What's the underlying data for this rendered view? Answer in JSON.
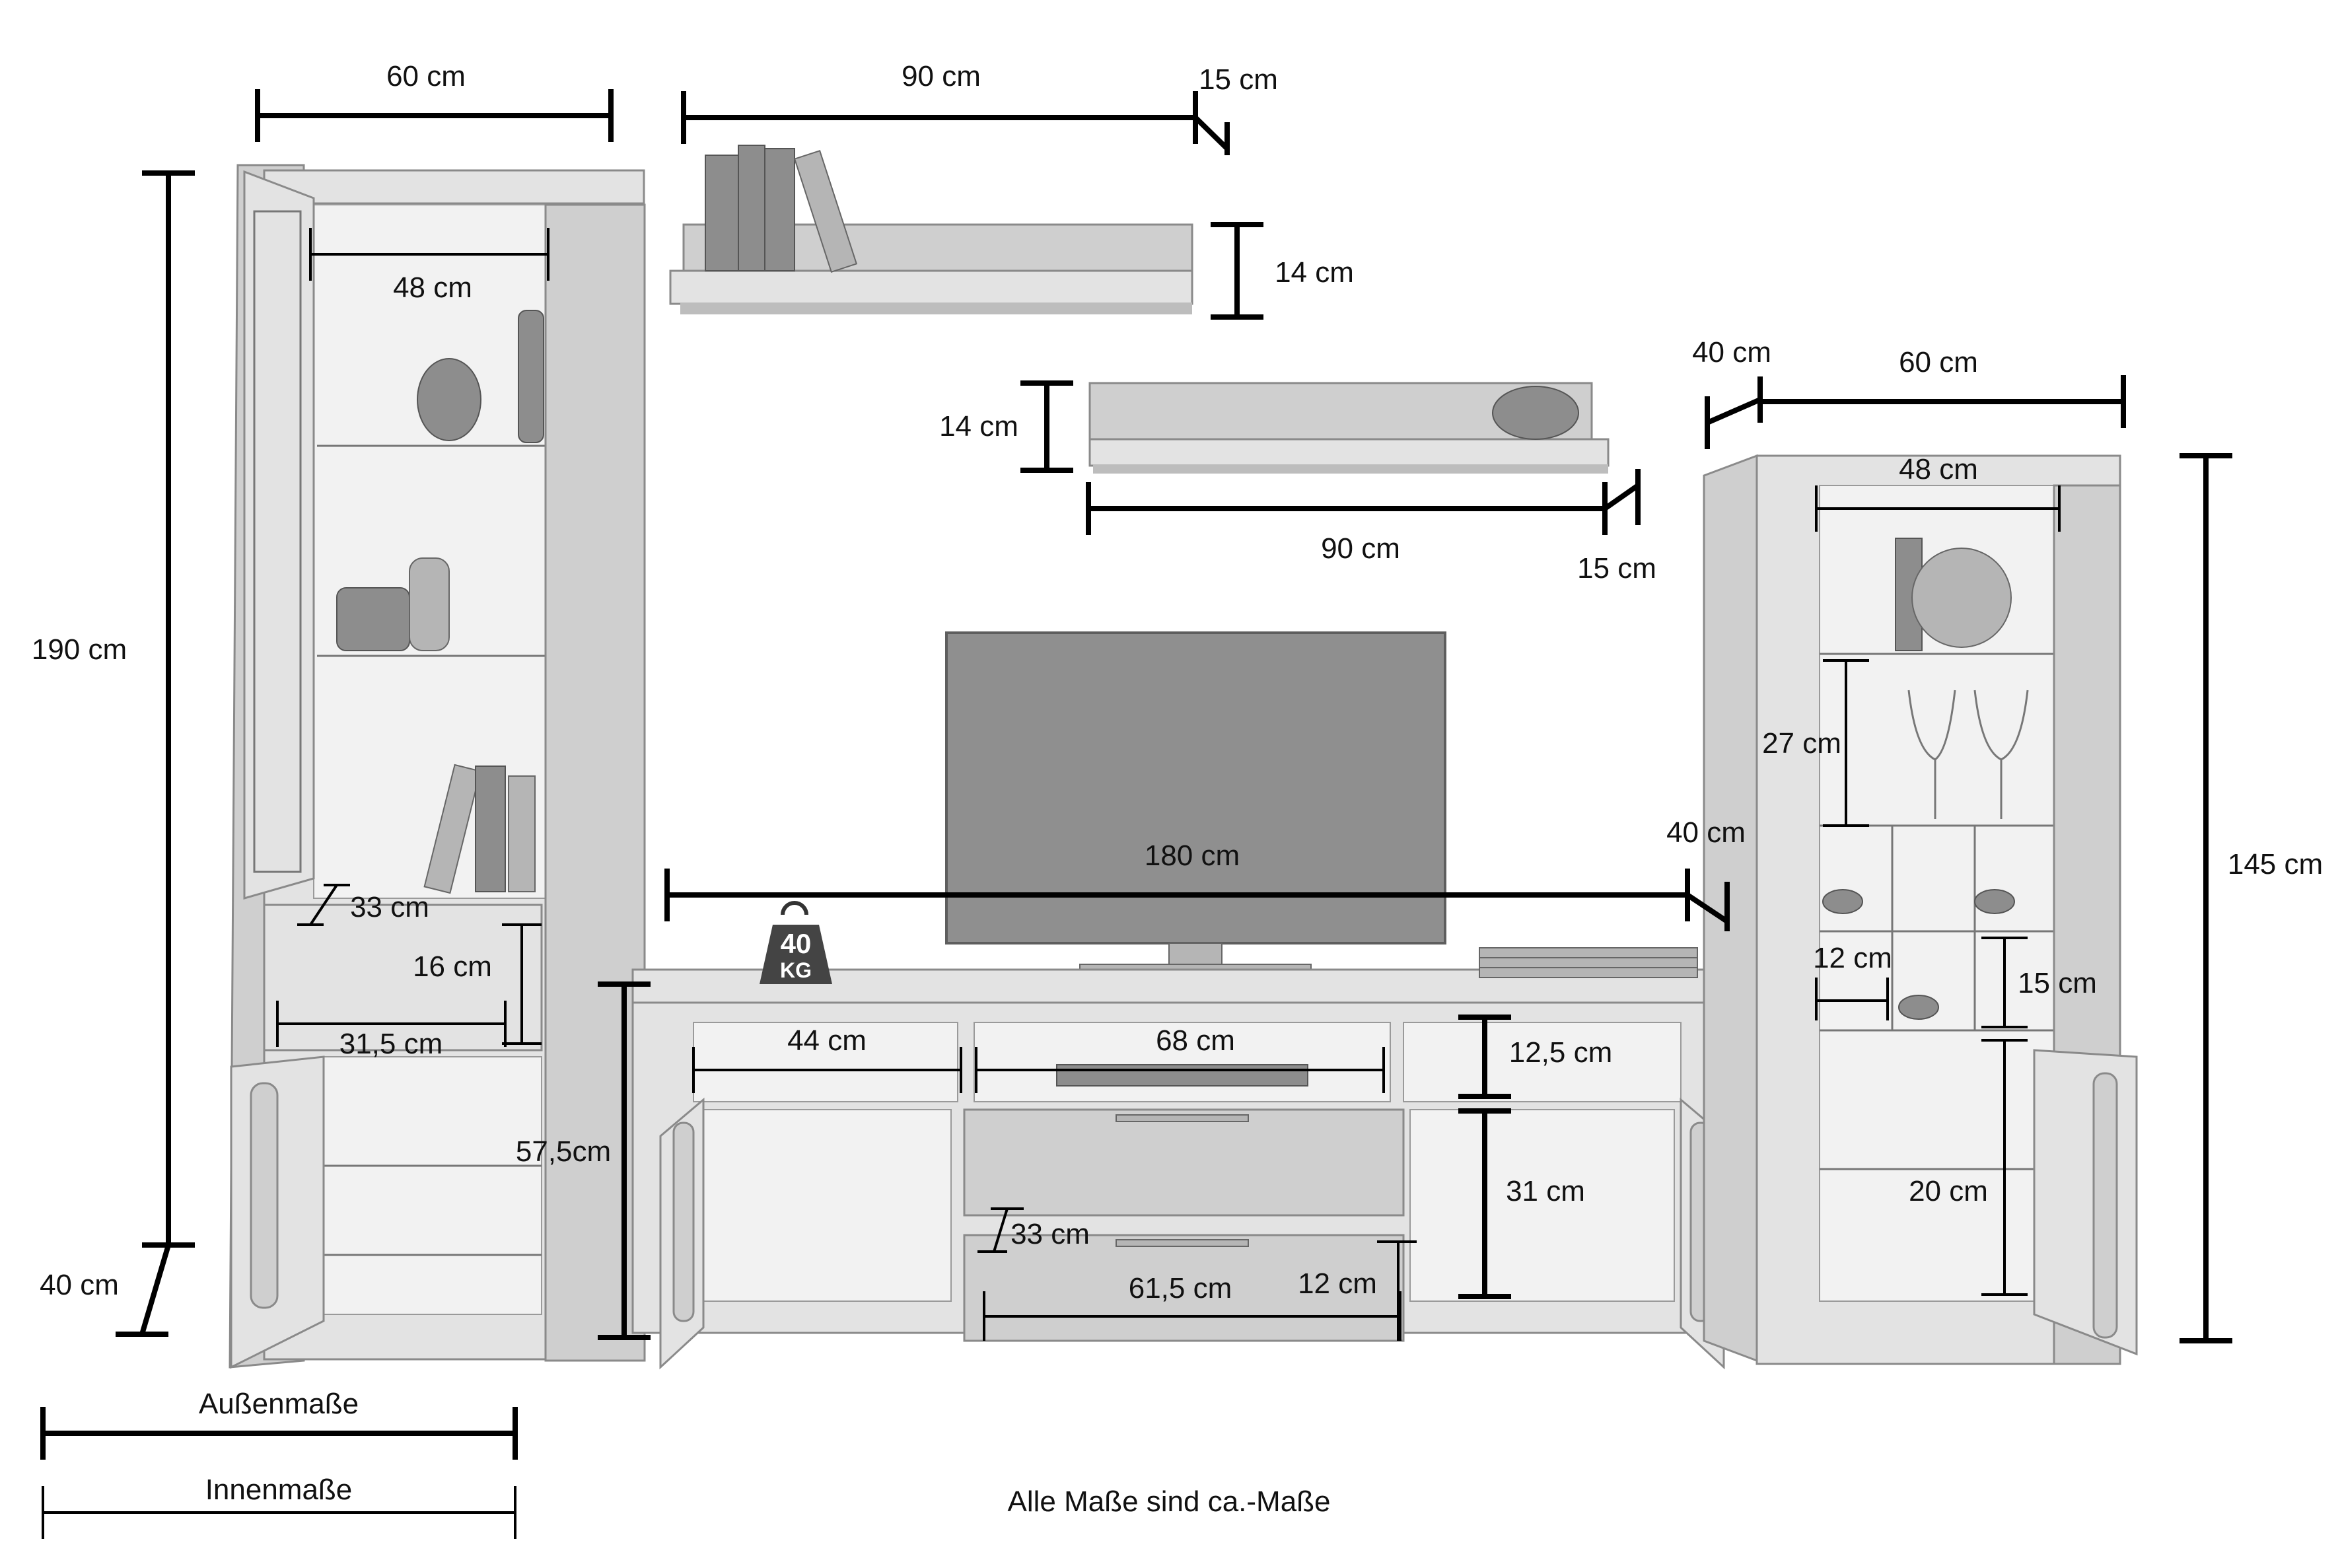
{
  "cabinet_left": {
    "width_outer": "60 cm",
    "width_inner": "48 cm",
    "height": "190 cm",
    "depth": "40 cm",
    "drawer_depth": "33 cm",
    "drawer_height": "16 cm",
    "drawer_width": "31,5 cm"
  },
  "shelf_top": {
    "width": "90 cm",
    "depth": "15 cm",
    "height": "14 cm"
  },
  "shelf_middle": {
    "height": "14 cm",
    "width": "90 cm",
    "depth": "15 cm"
  },
  "tv_board": {
    "width": "180 cm",
    "depth": "40 cm",
    "load": "40",
    "load_unit": "KG",
    "height": "57,5cm",
    "compartment_left_width": "44 cm",
    "compartment_middle_width": "68 cm",
    "compartment_height_top": "12,5 cm",
    "compartment_height_side": "31 cm",
    "drawer_depth": "33 cm",
    "drawer_width": "61,5 cm",
    "drawer_height": "12 cm"
  },
  "cabinet_right": {
    "depth": "40 cm",
    "width_outer": "60 cm",
    "width_inner": "48 cm",
    "height": "145 cm",
    "shelf_height": "27 cm",
    "wine_cell_width": "12 cm",
    "wine_cell_height": "15 cm",
    "lower_height": "20 cm"
  },
  "legend": {
    "outer_label": "Außenmaße",
    "inner_label": "Innenmaße"
  },
  "note": "Alle Maße sind ca.-Maße"
}
